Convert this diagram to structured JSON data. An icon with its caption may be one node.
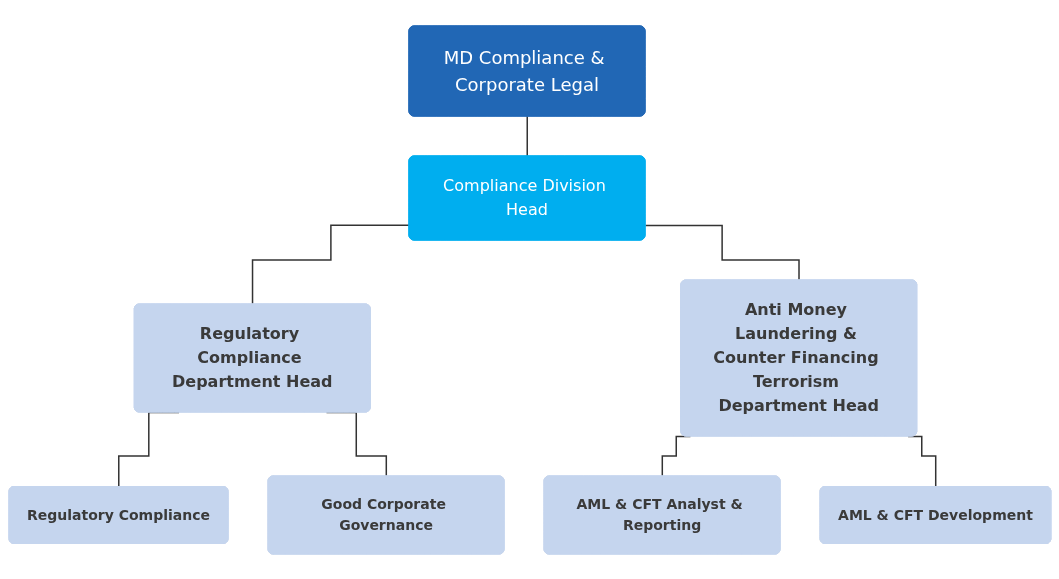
{
  "diagram": {
    "nodes": [
      {
        "text": [
          "MD Compliance & Corporate Legal"
        ]
      },
      {
        "text": [
          "Compliance Division Head"
        ]
      },
      {
        "text": [
          "Regulatory Compliance Department Head"
        ]
      },
      {
        "text": [
          "Anti Money Laundering & Counter Financing Terrorism Department Head"
        ]
      },
      {
        "text": [
          "Regulatory Compliance"
        ]
      },
      {
        "text": [
          "Good Corporate Governance"
        ]
      },
      {
        "text": [
          "AML & CFT Analyst & Reporting"
        ]
      },
      {
        "text": [
          "AML & CFT Development"
        ]
      }
    ],
    "edges": [
      {
        "from": 0,
        "to": 1,
        "arrow": "none"
      },
      {
        "from": 1,
        "to": 2,
        "arrow": "none"
      },
      {
        "from": 1,
        "to": 3,
        "arrow": "none"
      },
      {
        "from": 2,
        "to": 4,
        "arrow": "none"
      },
      {
        "from": 2,
        "to": 5,
        "arrow": "none"
      },
      {
        "from": 3,
        "to": 6,
        "arrow": "none"
      },
      {
        "from": 3,
        "to": 7,
        "arrow": "none"
      }
    ]
  }
}
